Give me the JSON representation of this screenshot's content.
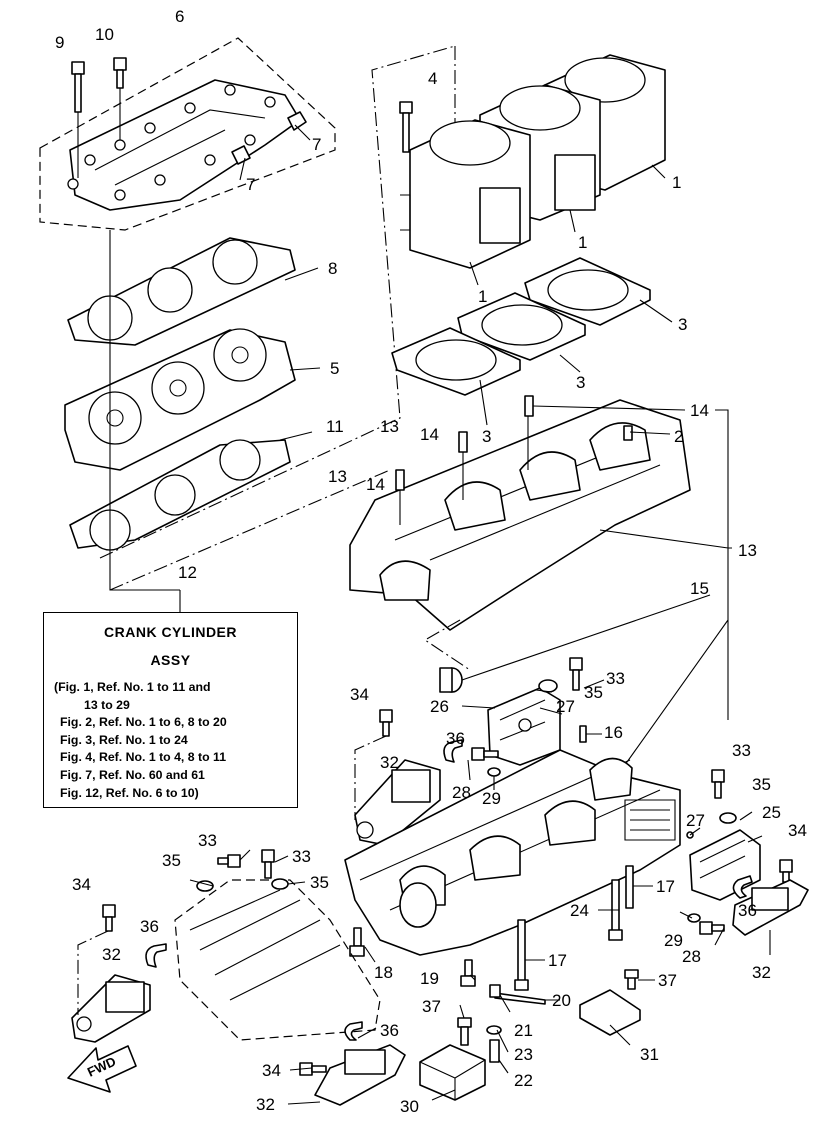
{
  "callouts": {
    "c1a": "1",
    "c1b": "1",
    "c1c": "1",
    "c2": "2",
    "c3a": "3",
    "c3b": "3",
    "c3c": "3",
    "c4": "4",
    "c5": "5",
    "c6": "6",
    "c7a": "7",
    "c7b": "7",
    "c8": "8",
    "c9": "9",
    "c10": "10",
    "c11": "11",
    "c12": "12",
    "c13a": "13",
    "c13b": "13",
    "c13c": "13",
    "c14a": "14",
    "c14b": "14",
    "c14c": "14",
    "c15": "15",
    "c16": "16",
    "c17a": "17",
    "c17b": "17",
    "c18": "18",
    "c19": "19",
    "c20": "20",
    "c21": "21",
    "c22": "22",
    "c23": "23",
    "c24": "24",
    "c25": "25",
    "c26": "26",
    "c27a": "27",
    "c27b": "27",
    "c28a": "28",
    "c28b": "28",
    "c29a": "29",
    "c29b": "29",
    "c30": "30",
    "c31": "31",
    "c32a": "32",
    "c32b": "32",
    "c32c": "32",
    "c32d": "32",
    "c33a": "33",
    "c33b": "33",
    "c33c": "33",
    "c33d": "33",
    "c34a": "34",
    "c34b": "34",
    "c34c": "34",
    "c34d": "34",
    "c35a": "35",
    "c35b": "35",
    "c35c": "35",
    "c35d": "35",
    "c36a": "36",
    "c36b": "36",
    "c36c": "36",
    "c36d": "36",
    "c37a": "37",
    "c37b": "37"
  },
  "assy_box": {
    "title_line1": "CRANK CYLINDER",
    "title_line2": "ASSY",
    "lines": [
      "(Fig. 1, Ref. No. 1 to 11 and",
      "13 to 29",
      "Fig. 2, Ref. No. 1 to 6, 8 to 20",
      "Fig. 3, Ref. No. 1 to 24",
      "Fig. 4, Ref. No. 1 to 4, 8 to 11",
      "Fig. 7, Ref. No. 60 and 61",
      "Fig. 12, Ref. No. 6 to 10)"
    ]
  },
  "fwd_label": "FWD",
  "colors": {
    "line": "#000000",
    "background": "#ffffff"
  }
}
